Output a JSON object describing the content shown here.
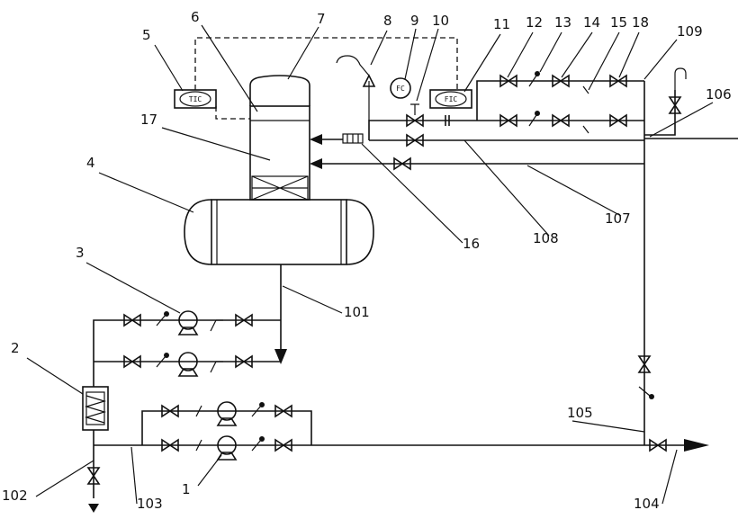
{
  "labels": {
    "n1": "1",
    "n2": "2",
    "n3": "3",
    "n4": "4",
    "n5": "5",
    "n6": "6",
    "n7": "7",
    "n8": "8",
    "n9": "9",
    "n10": "10",
    "n11": "11",
    "n12": "12",
    "n13": "13",
    "n14": "14",
    "n15": "15",
    "n16": "16",
    "n17": "17",
    "n18": "18",
    "n101": "101",
    "n102": "102",
    "n103": "103",
    "n104": "104",
    "n105": "105",
    "n106": "106",
    "n107": "107",
    "n108": "108",
    "n109": "109"
  },
  "instruments": {
    "tic": "TIC",
    "fic": "FIC",
    "fc": "FC"
  }
}
